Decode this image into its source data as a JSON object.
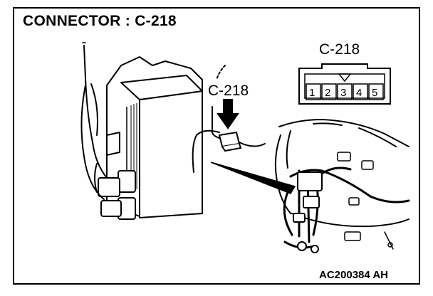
{
  "title": "CONNECTOR : C-218",
  "connector": {
    "caption": "C-218",
    "pins": [
      "1",
      "2",
      "3",
      "4",
      "5"
    ]
  },
  "callout": {
    "label": "C-218"
  },
  "footer": {
    "code": "AC200384 AH"
  }
}
